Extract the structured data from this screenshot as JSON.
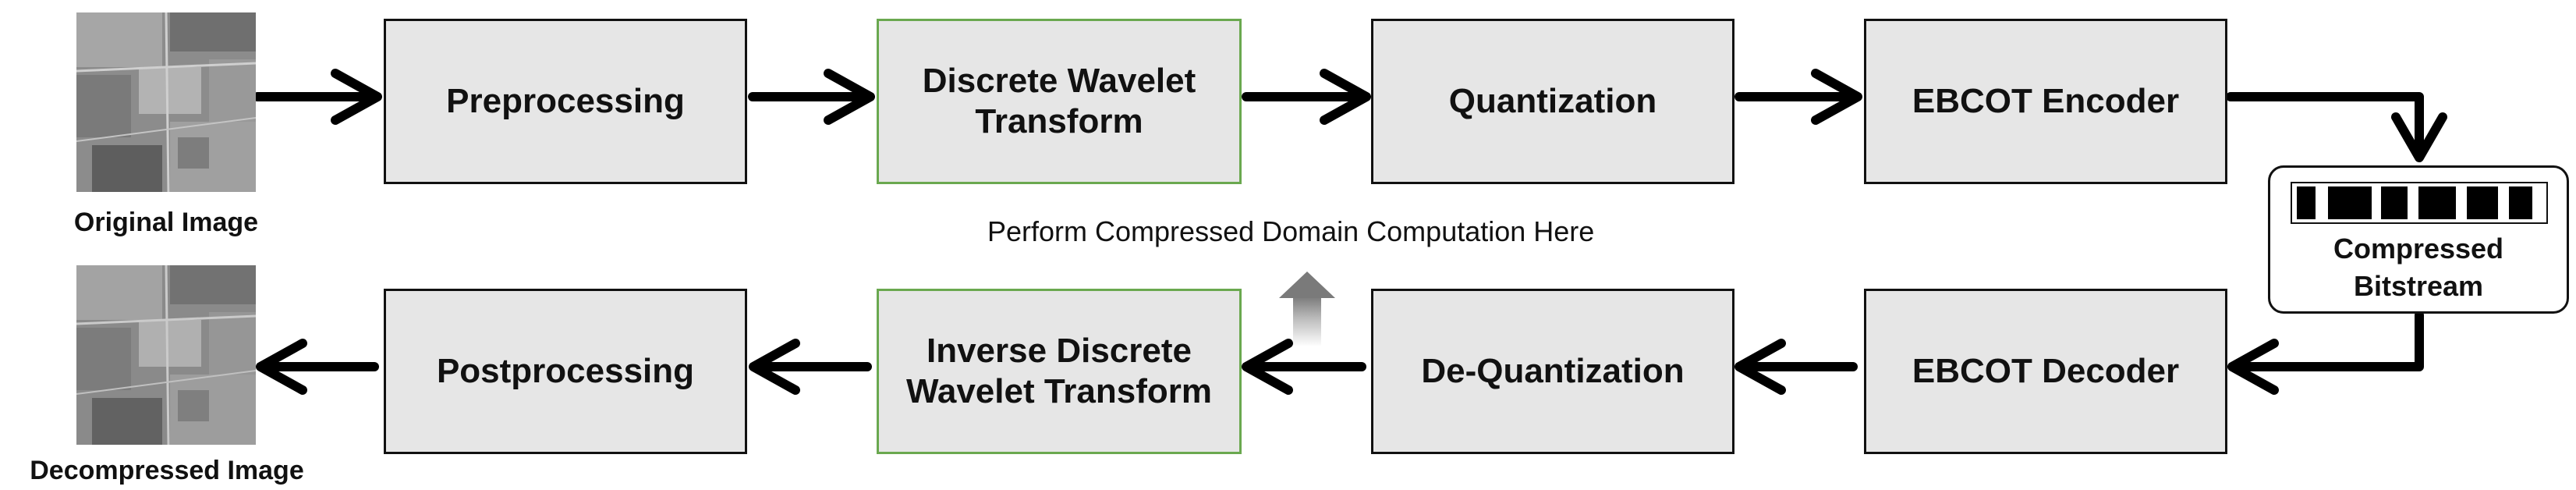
{
  "stages": {
    "preprocessing": "Preprocessing",
    "dwt": "Discrete Wavelet\nTransform",
    "quantization": "Quantization",
    "ebcot_encoder": "EBCOT Encoder",
    "ebcot_decoder": "EBCOT Decoder",
    "dequantization": "De-Quantization",
    "idwt": "Inverse Discrete\nWavelet Transform",
    "postprocessing": "Postprocessing"
  },
  "images": {
    "original_caption": "Original Image",
    "decompressed_caption": "Decompressed Image"
  },
  "bitstream": {
    "label": "Compressed\nBitstream"
  },
  "annotation": "Perform Compressed Domain Computation Here",
  "colors": {
    "box_fill": "#e6e6e6",
    "box_border": "#111111",
    "highlight_border": "#6aa84f",
    "arrow": "#000000"
  }
}
